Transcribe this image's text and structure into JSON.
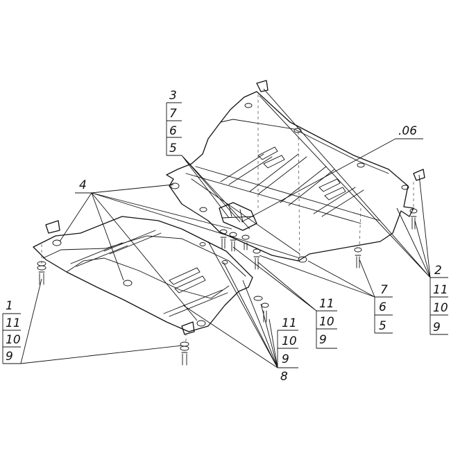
{
  "callouts": {
    "top_stack": [
      "3",
      "7",
      "6",
      "5"
    ],
    "part_06": ".06",
    "part_4": "4",
    "left_stack": [
      "1",
      "11",
      "10",
      "9"
    ],
    "right_stack": [
      "2",
      "11",
      "10",
      "9"
    ],
    "mid_stack_765": [
      "7",
      "6",
      "5"
    ],
    "mid_stack_11109": [
      "11",
      "10",
      "9"
    ],
    "lower_stack": [
      "11",
      "10",
      "9",
      "8"
    ]
  }
}
